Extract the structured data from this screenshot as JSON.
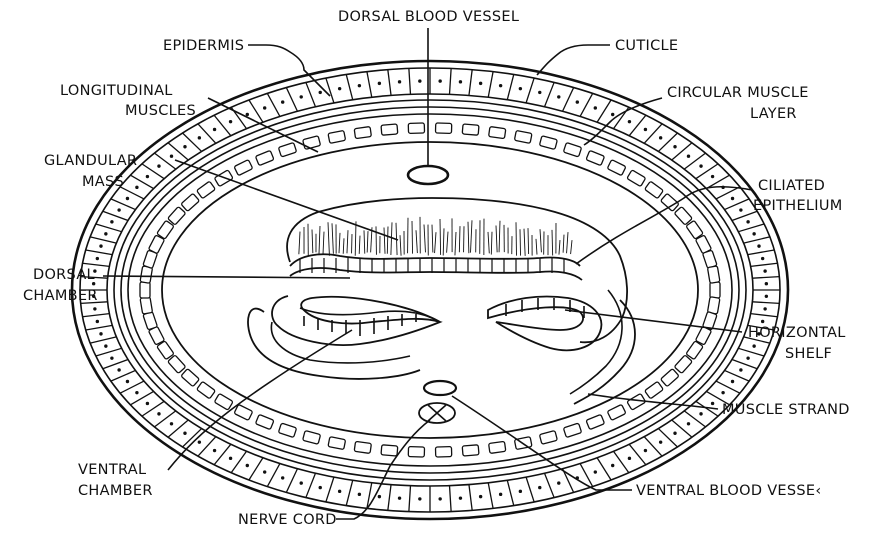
{
  "labels": {
    "dorsal_blood_vessel": "DORSAL BLOOD VESSEL",
    "epidermis": "EPIDERMIS",
    "cuticle": "CUTICLE",
    "longitudinal_muscles_1": "LONGITUDINAL",
    "longitudinal_muscles_2": "MUSCLES",
    "circular_muscle_1": "CIRCULAR MUSCLE",
    "circular_muscle_2": "LAYER",
    "glandular_mass_1": "GLANDULAR",
    "glandular_mass_2": "MASS",
    "ciliated_epithelium_1": "CILIATED",
    "ciliated_epithelium_2": "EPITHELIUM",
    "dorsal_chamber_1": "DORSAL",
    "dorsal_chamber_2": "CHAMBER",
    "horizontal_shelf_1": "HORIZONTAL",
    "horizontal_shelf_2": "SHELF",
    "muscle_strand": "MUSCLE STRAND",
    "ventral_chamber_1": "VENTRAL",
    "ventral_chamber_2": "CHAMBER",
    "ventral_blood_vessel": "VENTRAL BLOOD VESSE‹",
    "nerve_cord": "NERVE CORD"
  }
}
